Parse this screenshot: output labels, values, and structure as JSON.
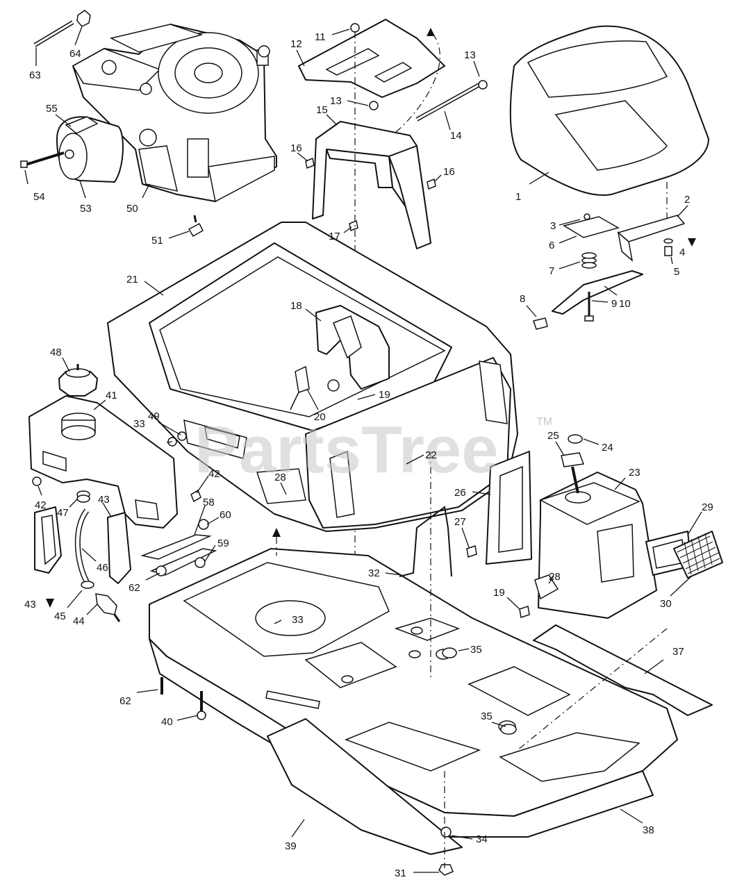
{
  "watermark": {
    "text": "PartsTree",
    "trademark": "TM"
  },
  "callouts": [
    {
      "id": "p1",
      "label": "1"
    },
    {
      "id": "p2",
      "label": "2"
    },
    {
      "id": "p3",
      "label": "3"
    },
    {
      "id": "p4",
      "label": "4"
    },
    {
      "id": "p5",
      "label": "5"
    },
    {
      "id": "p6",
      "label": "6"
    },
    {
      "id": "p7",
      "label": "7"
    },
    {
      "id": "p8",
      "label": "8"
    },
    {
      "id": "p9",
      "label": "9"
    },
    {
      "id": "p10",
      "label": "10"
    },
    {
      "id": "p11",
      "label": "11"
    },
    {
      "id": "p12",
      "label": "12"
    },
    {
      "id": "p13a",
      "label": "13"
    },
    {
      "id": "p13b",
      "label": "13"
    },
    {
      "id": "p14",
      "label": "14"
    },
    {
      "id": "p15",
      "label": "15"
    },
    {
      "id": "p16a",
      "label": "16"
    },
    {
      "id": "p16b",
      "label": "16"
    },
    {
      "id": "p17",
      "label": "17"
    },
    {
      "id": "p18",
      "label": "18"
    },
    {
      "id": "p19a",
      "label": "19"
    },
    {
      "id": "p19b",
      "label": "19"
    },
    {
      "id": "p20",
      "label": "20"
    },
    {
      "id": "p21",
      "label": "21"
    },
    {
      "id": "p22",
      "label": "22"
    },
    {
      "id": "p23",
      "label": "23"
    },
    {
      "id": "p24",
      "label": "24"
    },
    {
      "id": "p25",
      "label": "25"
    },
    {
      "id": "p26",
      "label": "26"
    },
    {
      "id": "p27",
      "label": "27"
    },
    {
      "id": "p28a",
      "label": "28"
    },
    {
      "id": "p28b",
      "label": "28"
    },
    {
      "id": "p29",
      "label": "29"
    },
    {
      "id": "p30",
      "label": "30"
    },
    {
      "id": "p31",
      "label": "31"
    },
    {
      "id": "p32",
      "label": "32"
    },
    {
      "id": "p33a",
      "label": "33"
    },
    {
      "id": "p33b",
      "label": "33"
    },
    {
      "id": "p34",
      "label": "34"
    },
    {
      "id": "p35a",
      "label": "35"
    },
    {
      "id": "p35b",
      "label": "35"
    },
    {
      "id": "p37",
      "label": "37"
    },
    {
      "id": "p38",
      "label": "38"
    },
    {
      "id": "p39",
      "label": "39"
    },
    {
      "id": "p40",
      "label": "40"
    },
    {
      "id": "p41",
      "label": "41"
    },
    {
      "id": "p42a",
      "label": "42"
    },
    {
      "id": "p42b",
      "label": "42"
    },
    {
      "id": "p43a",
      "label": "43"
    },
    {
      "id": "p43b",
      "label": "43"
    },
    {
      "id": "p44",
      "label": "44"
    },
    {
      "id": "p45",
      "label": "45"
    },
    {
      "id": "p46",
      "label": "46"
    },
    {
      "id": "p47",
      "label": "47"
    },
    {
      "id": "p48",
      "label": "48"
    },
    {
      "id": "p49",
      "label": "49"
    },
    {
      "id": "p50",
      "label": "50"
    },
    {
      "id": "p51",
      "label": "51"
    },
    {
      "id": "p53",
      "label": "53"
    },
    {
      "id": "p54",
      "label": "54"
    },
    {
      "id": "p55",
      "label": "55"
    },
    {
      "id": "p58",
      "label": "58"
    },
    {
      "id": "p59",
      "label": "59"
    },
    {
      "id": "p60",
      "label": "60"
    },
    {
      "id": "p62a",
      "label": "62"
    },
    {
      "id": "p62b",
      "label": "62"
    },
    {
      "id": "p63",
      "label": "63"
    },
    {
      "id": "p64",
      "label": "64"
    }
  ]
}
